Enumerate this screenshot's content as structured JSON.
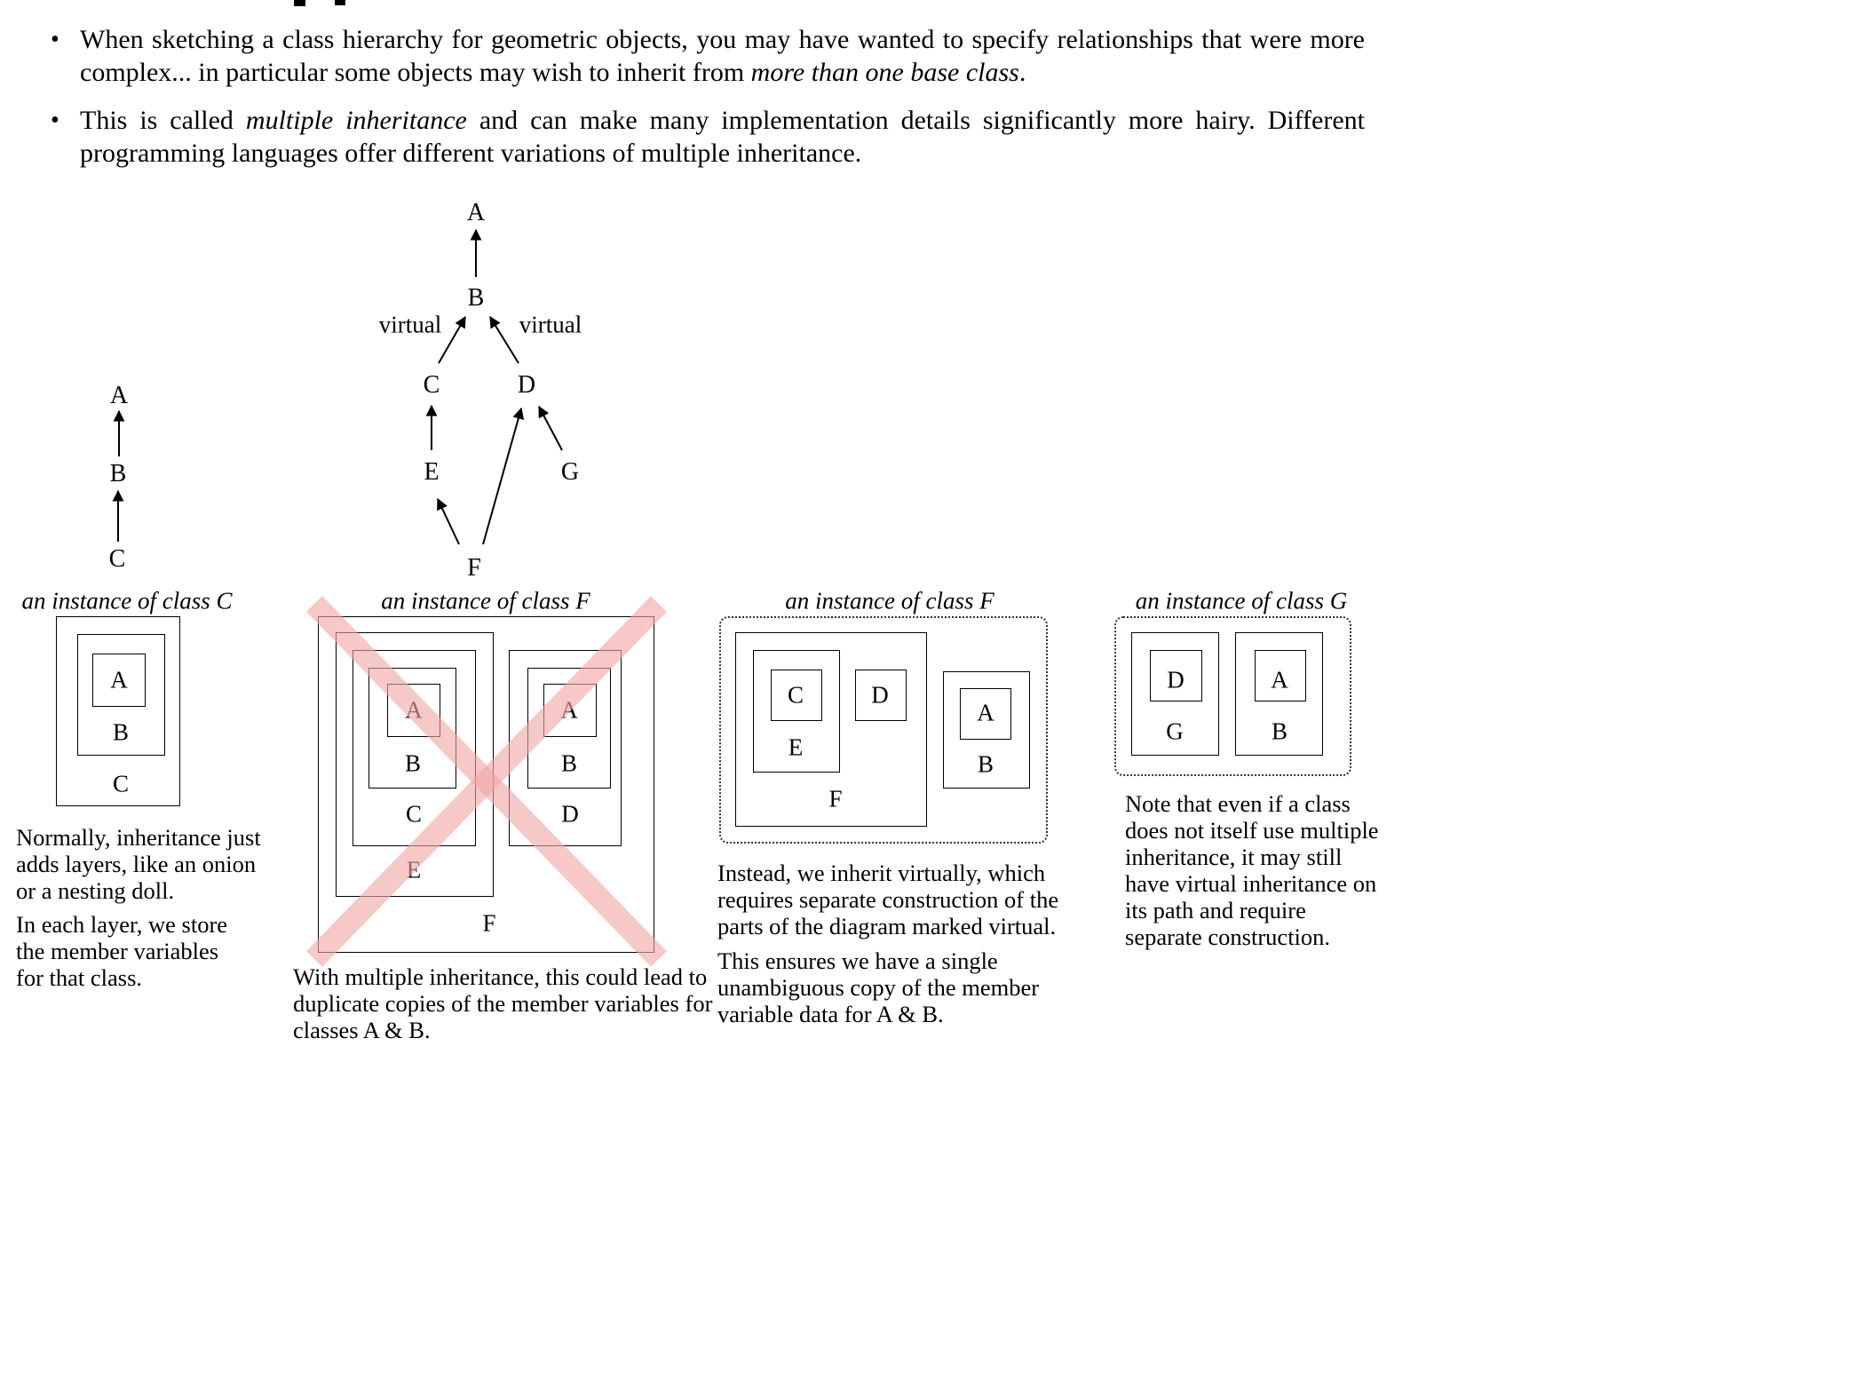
{
  "bullet_char": "•",
  "bullets": [
    {
      "pre": "When sketching a class hierarchy for geometric objects, you may have wanted to specify relationships that were more complex... in particular some objects may wish to inherit from ",
      "em": "more than one base class",
      "post": "."
    },
    {
      "pre": "This is called ",
      "em": "multiple inheritance",
      "post": " and can make many implementation details significantly more hairy.  Different programming languages offer different variations of multiple inheritance."
    }
  ],
  "chain": {
    "a": "A",
    "b": "B",
    "c": "C"
  },
  "diamond": {
    "a": "A",
    "b": "B",
    "c": "C",
    "d": "D",
    "e": "E",
    "f": "F",
    "g": "G",
    "virtual_left": "virtual",
    "virtual_right": "virtual"
  },
  "panel1": {
    "caption": "an instance of class C",
    "labels": {
      "a": "A",
      "b": "B",
      "c": "C"
    },
    "note1": "Normally, inheritance just adds layers, like an onion or a nesting doll.",
    "note2": "In each layer, we store the member variables for that class."
  },
  "panel2": {
    "caption": "an instance of class F",
    "left": {
      "a": "A",
      "b": "B",
      "c": "C",
      "e": "E"
    },
    "right": {
      "a": "A",
      "b": "B",
      "d": "D"
    },
    "f": "F",
    "note": "With multiple inheritance, this could lead to duplicate copies of the member variables for classes A & B.",
    "cross_color": "#f1a7a7"
  },
  "panel3": {
    "caption": "an instance of class F",
    "labels": {
      "a": "A",
      "b": "B",
      "c": "C",
      "d": "D",
      "e": "E",
      "f": "F"
    },
    "note1": "Instead, we inherit virtually, which requires separate construction of the parts of the diagram marked virtual.",
    "note2": "This ensures we have a single unambiguous copy of the member variable data for A & B."
  },
  "panel4": {
    "caption": "an instance of class G",
    "labels": {
      "a": "A",
      "b": "B",
      "d": "D",
      "g": "G"
    },
    "note": "Note that even if a class does not itself use multiple inheritance, it may still have virtual inheritance on its path and require separate construction."
  }
}
